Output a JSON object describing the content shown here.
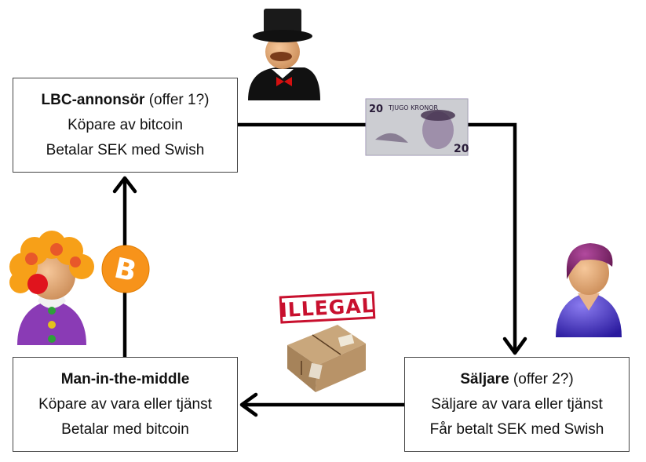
{
  "nodes": {
    "lbc": {
      "title_bold": "LBC-annonsör",
      "title_rest": " (offer 1?)",
      "line1": "Köpare av bitcoin",
      "line2": "Betalar SEK med Swish"
    },
    "mitm": {
      "title_bold": "Man-in-the-middle",
      "title_rest": "",
      "line1": "Köpare av vara eller tjänst",
      "line2": "Betalar med bitcoin"
    },
    "seller": {
      "title_bold": "Säljare",
      "title_rest": " (offer 2?)",
      "line1": "Säljare av vara eller tjänst",
      "line2": "Får betalt SEK med Swish"
    }
  },
  "icons": {
    "banknote_value": "20",
    "banknote_text": "TJUGO KRONOR",
    "illegal_stamp": "ILLEGAL",
    "bitcoin_symbol": "B"
  },
  "colors": {
    "arrow": "#000000",
    "bitcoin": "#f7931a",
    "stamp": "#c8102e",
    "banknote": "#d7cbe8"
  }
}
